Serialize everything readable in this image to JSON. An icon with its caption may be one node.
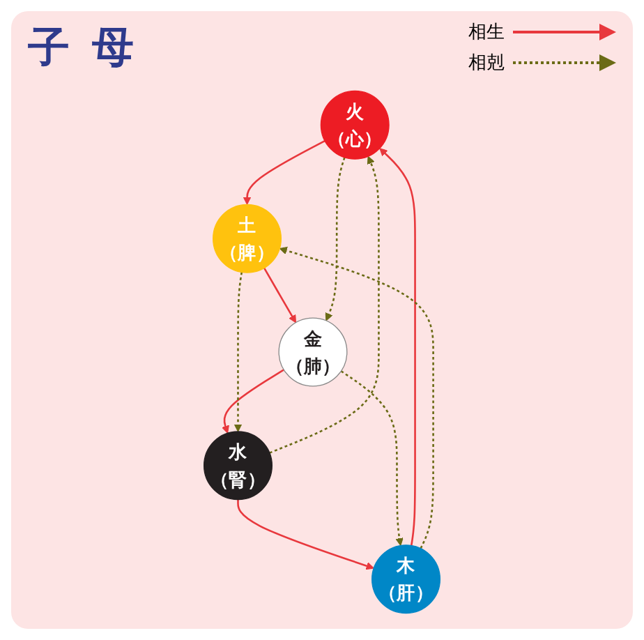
{
  "diagram": {
    "nodes": [
      {
        "text": [
          "火",
          "（心）"
        ]
      },
      {
        "text": [
          "木",
          "（肝）"
        ]
      },
      {
        "text": [
          "土",
          "（脾）"
        ]
      },
      {
        "text": [
          "水",
          "（腎）"
        ]
      },
      {
        "text": [
          "金",
          "（肺）"
        ]
      }
    ],
    "edges": [
      {
        "from": 1,
        "to": 0,
        "arrow": "to",
        "color": "#e8383d"
      },
      {
        "from": 0,
        "to": 2,
        "arrow": "to",
        "color": "#e8383d"
      },
      {
        "from": 2,
        "to": 4,
        "arrow": "to",
        "color": "#e8383d"
      },
      {
        "from": 4,
        "to": 3,
        "arrow": "to",
        "color": "#e8383d"
      },
      {
        "from": 3,
        "to": 1,
        "arrow": "to",
        "color": "#e8383d"
      },
      {
        "from": 1,
        "to": 2,
        "arrow": "to",
        "style": "dashed",
        "color": "#6b6b16"
      },
      {
        "from": 2,
        "to": 3,
        "arrow": "to",
        "style": "dashed",
        "color": "#6b6b16"
      },
      {
        "from": 3,
        "to": 0,
        "arrow": "to",
        "style": "dashed",
        "color": "#6b6b16"
      },
      {
        "from": 0,
        "to": 4,
        "arrow": "to",
        "style": "dashed",
        "color": "#6b6b16"
      },
      {
        "from": 4,
        "to": 1,
        "arrow": "to",
        "style": "dashed",
        "color": "#6b6b16"
      }
    ],
    "labels": [
      "子",
      "母"
    ],
    "legend": [
      {
        "text": "相生"
      },
      {
        "text": "相剋"
      }
    ]
  }
}
